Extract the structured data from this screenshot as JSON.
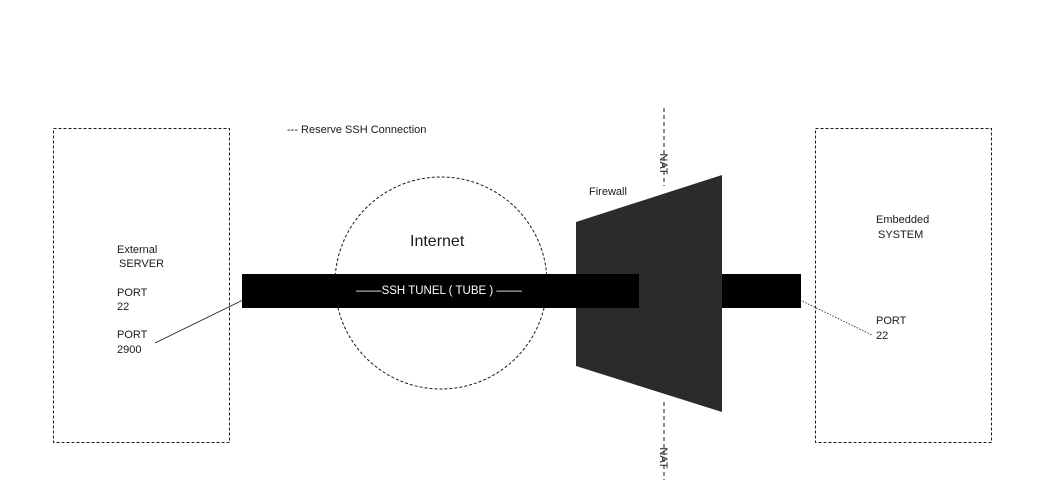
{
  "legend": {
    "reverse_ssh": "--- Reserve SSH Connection"
  },
  "external_server": {
    "title_line1": "External",
    "title_line2": "SERVER",
    "port1_label": "PORT",
    "port1_value": "22",
    "port2_label": "PORT",
    "port2_value": "2900"
  },
  "internet": {
    "label": "Internet"
  },
  "tunnel": {
    "label": "––––SSH TUNEL ( TUBE ) ––––"
  },
  "firewall": {
    "label": "Firewall"
  },
  "nat": {
    "top_label": "NAT",
    "bottom_label": "NAT"
  },
  "embedded_system": {
    "title_line1": "Embedded",
    "title_line2": "SYSTEM",
    "port_label": "PORT",
    "port_value": "22"
  },
  "colors": {
    "tube": "#000000",
    "firewall": "#2b2b2b",
    "lines": "#1a1a1a"
  }
}
